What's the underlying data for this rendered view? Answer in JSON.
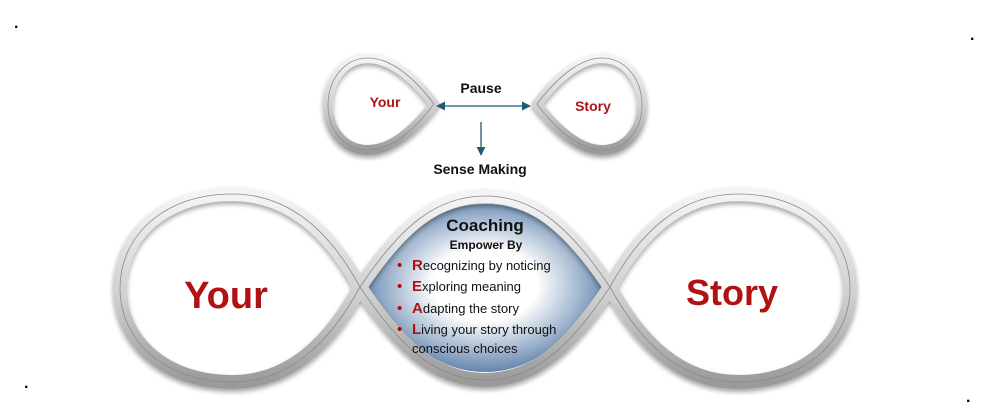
{
  "corner_marks": [
    ".",
    ".",
    ".",
    "."
  ],
  "top_diagram": {
    "left_label": "Your",
    "right_label": "Story",
    "pause_label": "Pause",
    "sense_label": "Sense Making"
  },
  "main_diagram": {
    "left_label": "Your",
    "right_label": "Story",
    "center": {
      "title": "Coaching",
      "subtitle": "Empower By",
      "items": [
        {
          "initial": "R",
          "rest": "ecognizing by noticing"
        },
        {
          "initial": "E",
          "rest": "xploring meaning"
        },
        {
          "initial": "A",
          "rest": "dapting the story"
        },
        {
          "initial": "L",
          "rest": "iving your story through"
        }
      ],
      "continuation": "conscious choices"
    }
  },
  "colors": {
    "label_red": "#b01214",
    "text_dark": "#111111",
    "arrow": "#1f5b72",
    "bullet_red": "#c00000",
    "ring_light": "#f4f4f4",
    "ring_mid": "#cfcfcf",
    "ring_dark": "#9a9a9a",
    "lens_center": "#ffffff",
    "lens_edge": "#2f5d93"
  }
}
